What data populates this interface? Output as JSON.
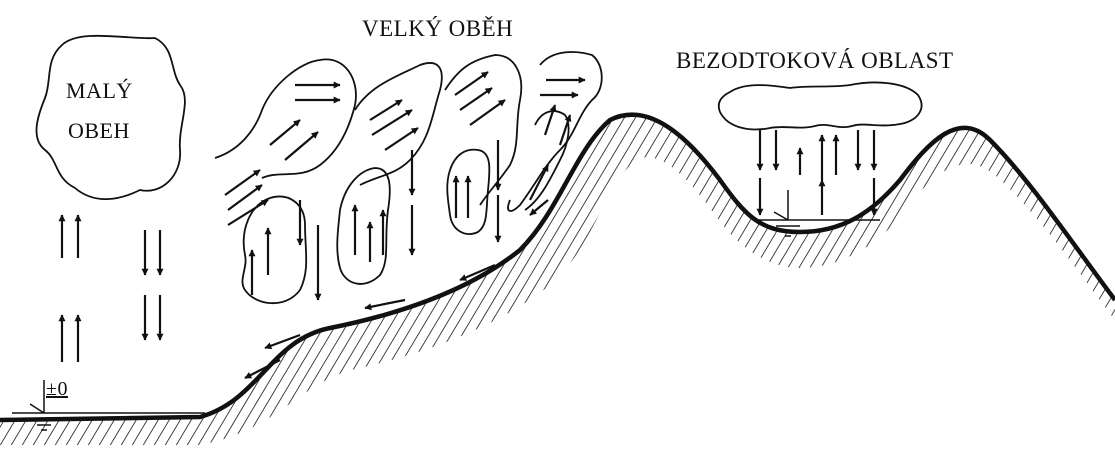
{
  "labels": {
    "large_cycle": "VELKÝ OBĚH",
    "endorheic_area": "BEZODTOKOVÁ OBLAST",
    "small_cycle_line1": "MALÝ",
    "small_cycle_line2": "OBEH",
    "datum": "±0"
  },
  "colors": {
    "ink": "#111111",
    "background": "#ffffff"
  },
  "icons": [
    "cloud-outline",
    "arrow-up",
    "arrow-down",
    "arrow-right",
    "arrow-diagonal",
    "terrain-line",
    "hatching",
    "water-level-symbol"
  ]
}
